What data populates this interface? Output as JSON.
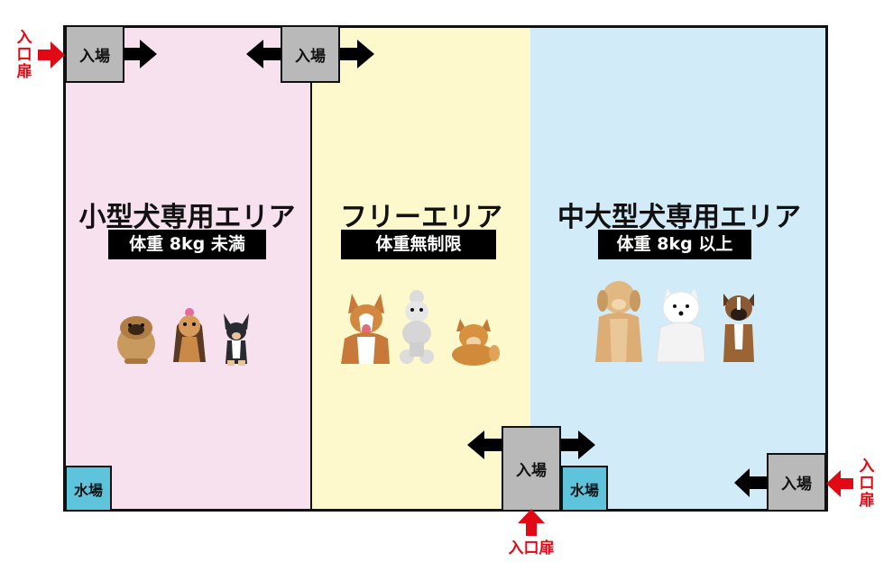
{
  "zones": {
    "small": {
      "title": "小型犬専用エリア",
      "tag": "体重 8kg 未満"
    },
    "free": {
      "title": "フリーエリア",
      "tag": "体重無制限"
    },
    "medium": {
      "title": "中大型犬専用エリア",
      "tag": "体重 8kg 以上"
    }
  },
  "gate_label": "入場",
  "water_label": "水場",
  "door_label": "入口扉",
  "door_label_vertical": [
    "入",
    "口",
    "扉"
  ],
  "colors": {
    "small_bg": "#f8e1ef",
    "free_bg": "#fdf9cc",
    "medium_bg": "#d2ebf8",
    "gate": "#b9b9b9",
    "water": "#5ec4dc",
    "door_arrow": "#e10a14"
  }
}
